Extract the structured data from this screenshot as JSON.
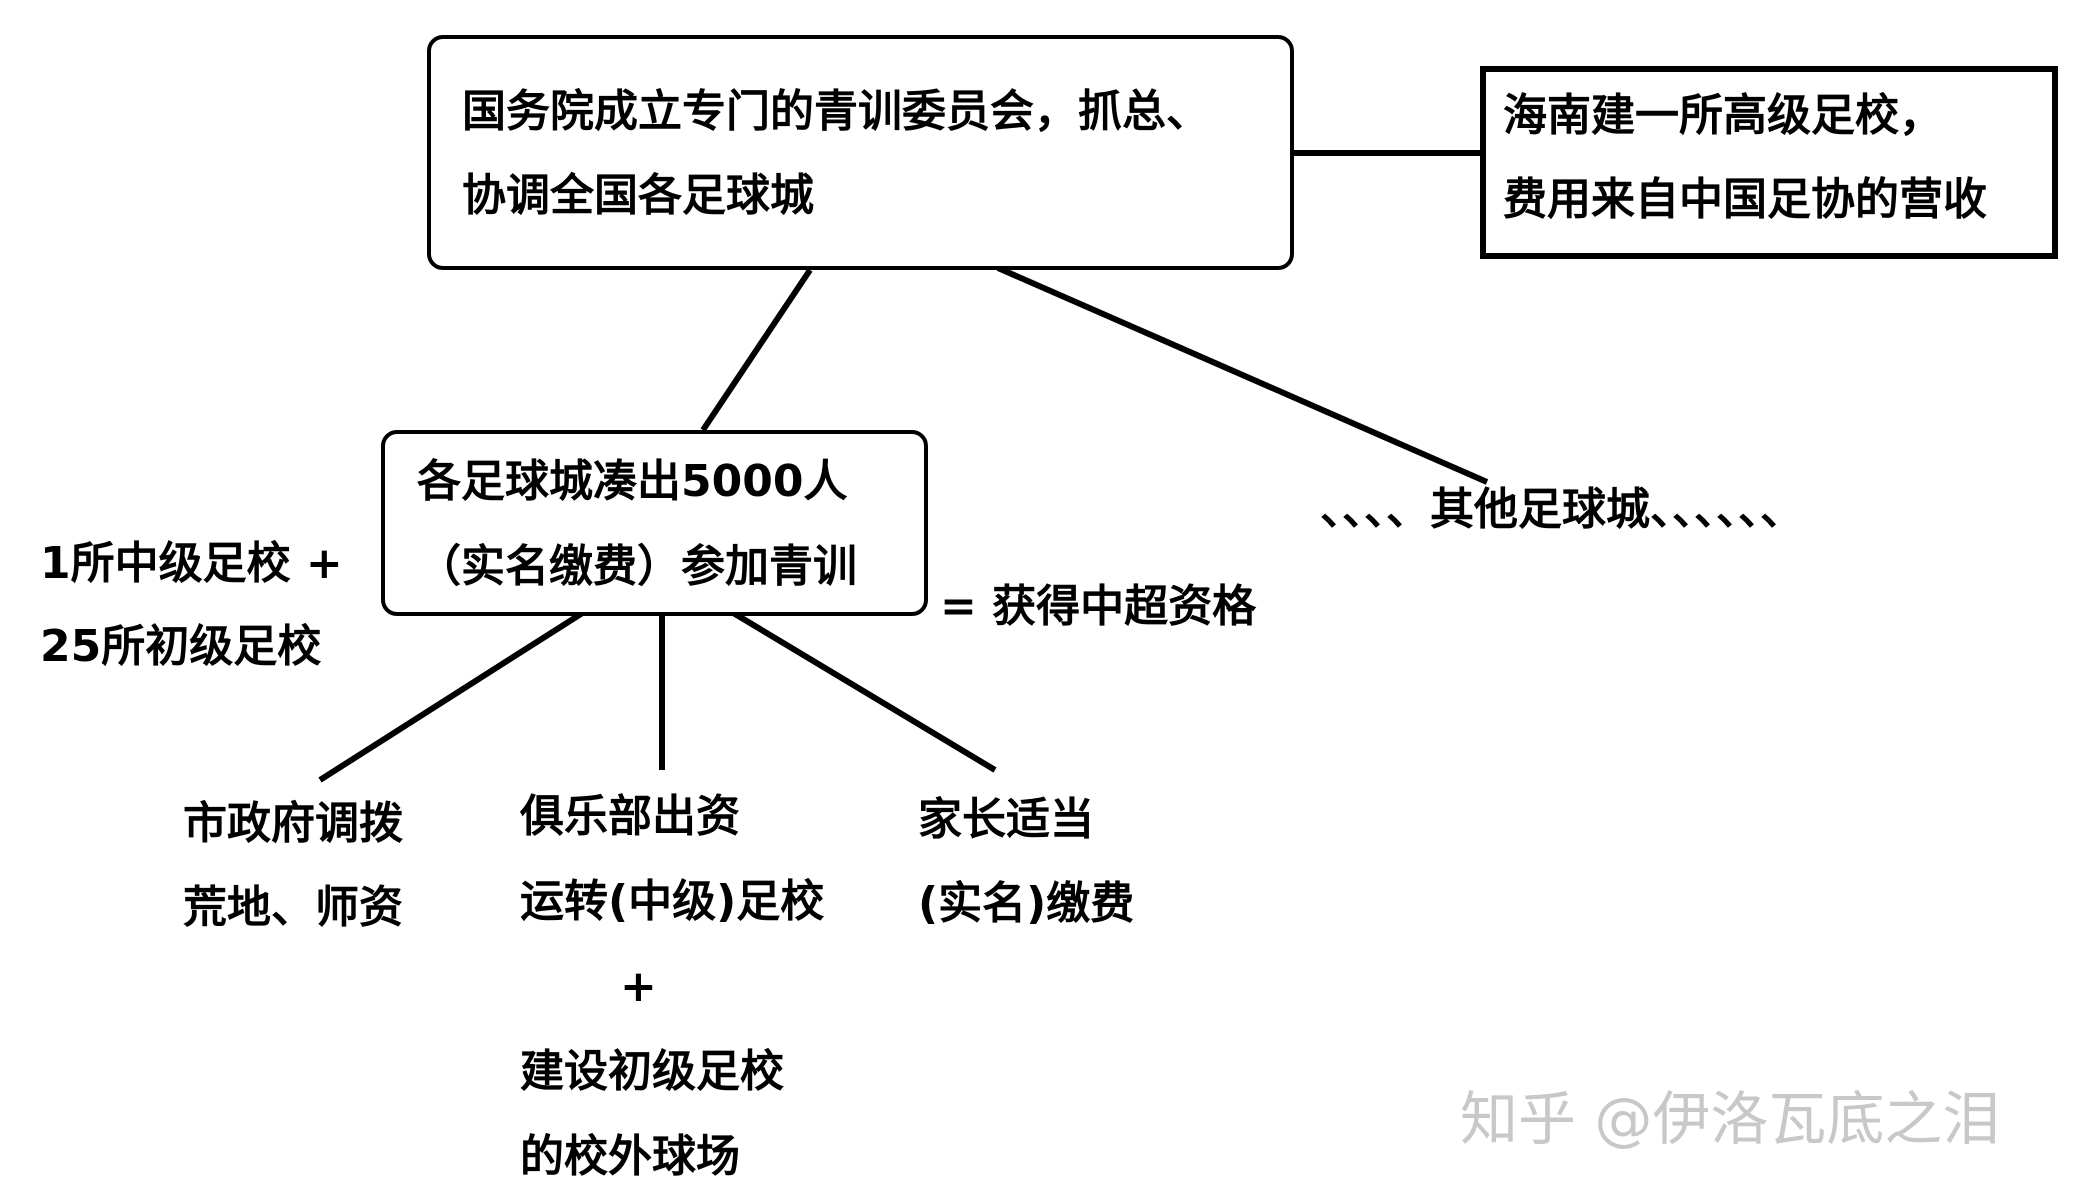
{
  "top_box": {
    "line1": "国务院成立专门的青训委员会，抓总、",
    "line2": "协调全国各足球城"
  },
  "hainan_box": {
    "line1": "海南建一所高级足校，",
    "line2": "费用来自中国足协的营收"
  },
  "city_box": {
    "line1": "各足球城凑出5000人",
    "line2": "（实名缴费）参加青训"
  },
  "left_label": {
    "line1": "1所中级足校 +",
    "line2": "25所初级足校"
  },
  "right_label": "= 获得中超资格",
  "other_cities": "、、、、其他足球城、、、、、、",
  "branch_government": {
    "line1": "市政府调拨",
    "line2": "荒地、师资"
  },
  "branch_club": {
    "line1": "俱乐部出资",
    "line2": "运转(中级)足校",
    "plus": "+",
    "line3": "建设初级足校",
    "line4": "的校外球场"
  },
  "branch_parents": {
    "line1": "家长适当",
    "line2": "(实名)缴费"
  },
  "watermark": "知乎 @伊洛瓦底之泪"
}
